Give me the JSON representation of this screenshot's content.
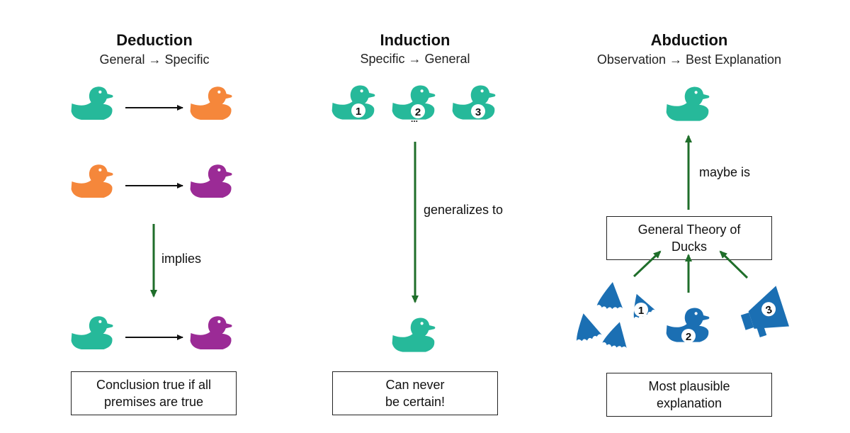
{
  "colors": {
    "teal": "#26b99a",
    "orange": "#f5873b",
    "purple": "#9b2b96",
    "blue": "#1b6fb3",
    "green_arrow": "#1f6e2a",
    "black_arrow": "#111111"
  },
  "icons": [
    "duck-icon",
    "duck-foot-icon",
    "megaphone-icon"
  ],
  "deduction": {
    "title": "Deduction",
    "subtitle": "General → Specific",
    "arrow_label": "implies",
    "box_text": "Conclusion true if all\npremises are true"
  },
  "induction": {
    "title": "Induction",
    "subtitle": "Specific → General",
    "ducks": [
      "1",
      "2",
      "3"
    ],
    "ellipsis": "...",
    "arrow_label": "generalizes to",
    "box_text": "Can never\nbe certain!"
  },
  "abduction": {
    "title": "Abduction",
    "subtitle": "Observation → Best Explanation",
    "arrow_label": "maybe is",
    "theory_box": "General Theory of\nDucks",
    "observations": [
      "1",
      "2",
      "3"
    ],
    "box_text": "Most plausible\nexplanation"
  }
}
